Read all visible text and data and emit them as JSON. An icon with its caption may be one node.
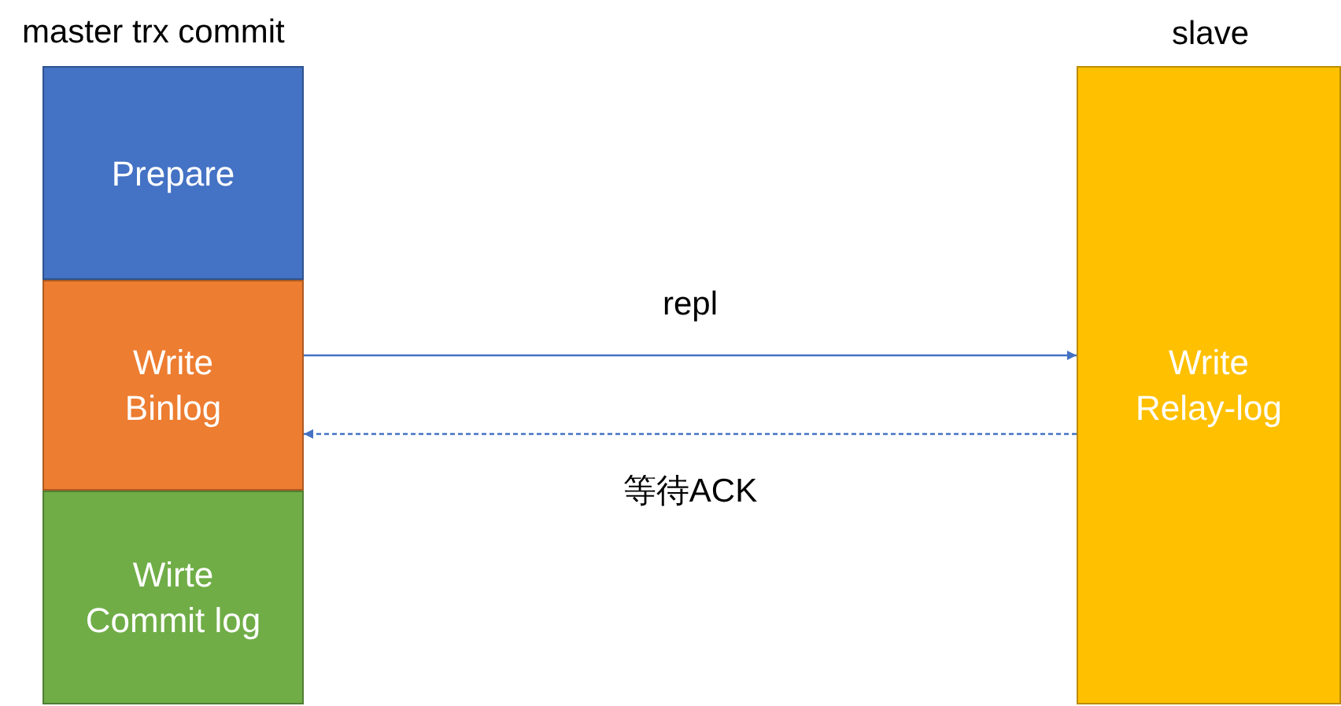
{
  "diagram": {
    "nodes": [
      {
        "text": [
          "Prepare"
        ]
      },
      {
        "text": [
          "Write Binlog"
        ]
      },
      {
        "text": [
          "Wirte Commit log"
        ]
      },
      {
        "text": [
          "slave",
          "Write Relay-log"
        ]
      }
    ],
    "edges": [
      {
        "from": 1,
        "to": 3,
        "arrow": "to",
        "label": "repl"
      },
      {
        "from": 3,
        "to": 1,
        "arrow": "to",
        "label": "等待ACK",
        "style": "dashed"
      }
    ],
    "labels": [
      "master trx commit"
    ]
  }
}
